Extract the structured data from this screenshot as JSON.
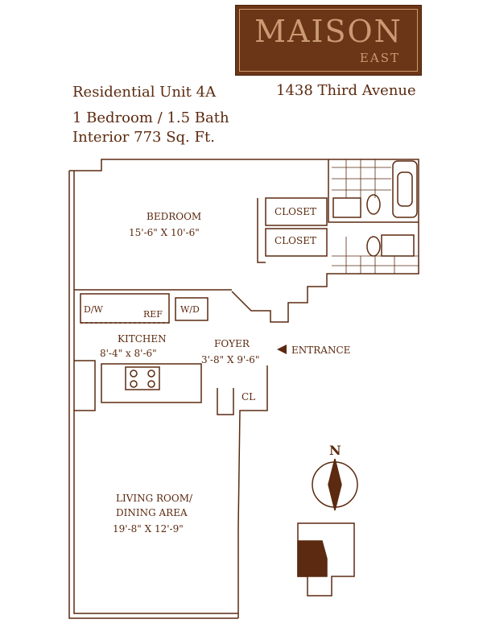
{
  "logo": {
    "brand": "MAISON",
    "subtitle": "EAST"
  },
  "header": {
    "unit": "Residential Unit 4A",
    "layout": "1 Bedroom / 1.5 Bath",
    "area": "Interior 773 Sq. Ft.",
    "address": "1438 Third Avenue"
  },
  "rooms": {
    "bedroom": {
      "name": "BEDROOM",
      "dims": "15'-6\" X 10'-6\""
    },
    "closet1": "CLOSET",
    "closet2": "CLOSET",
    "kitchen": {
      "name": "KITCHEN",
      "dims": "8'-4\"  x  8'-6\""
    },
    "foyer": {
      "name": "FOYER",
      "dims": "3'-8\" X 9'-6\""
    },
    "entrance": "ENTRANCE",
    "cl": "CL",
    "living": {
      "name1": "LIVING ROOM/",
      "name2": "DINING AREA",
      "dims": "19'-8\" X 12'-9\""
    }
  },
  "appliances": {
    "dw": "D/W",
    "ref": "REF",
    "wd": "W/D"
  },
  "compass": {
    "north": "N"
  },
  "colors": {
    "brand": "#6b3617",
    "line": "#5b2a10",
    "gold": "#c99a73"
  }
}
